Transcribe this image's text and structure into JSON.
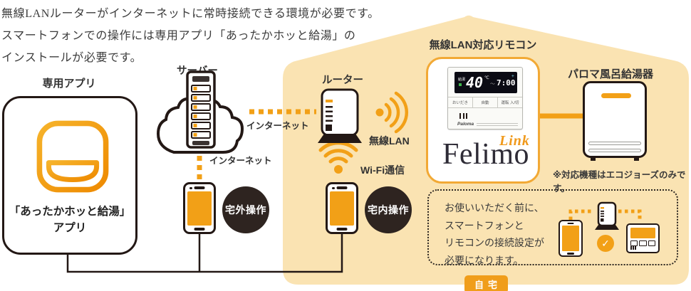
{
  "intro": {
    "line1": "無線LANルーターがインターネットに常時接続できる環境が必要です。",
    "line2": "スマートフォンでの操作には専用アプリ「あったかホッと給湯」の",
    "line3": "インストールが必要です。"
  },
  "app_box": {
    "label": "専用アプリ",
    "title_line1": "「あったかホッと給湯」",
    "title_line2": "アプリ"
  },
  "server": {
    "label": "サーバー"
  },
  "router": {
    "label": "ルーター"
  },
  "links": {
    "internet_top": "インターネット",
    "internet_down": "インターネット",
    "wireless_lan": "無線LAN",
    "wifi": "Wi-Fi通信"
  },
  "phones": {
    "outdoor": "宅外操作",
    "indoor": "宅内操作"
  },
  "remote": {
    "label": "無線LAN対応リモコン",
    "display": {
      "mode": "給湯",
      "temp": "40",
      "unit": "℃",
      "tilde": "〜",
      "time": "7:00",
      "plus": "+"
    },
    "buttons": [
      "おいだき",
      "自動",
      "運転 入/切"
    ],
    "brand": "Paloma",
    "logo": "Felimo",
    "logo_mark": "Link"
  },
  "heater": {
    "label": "パロマ風呂給湯器",
    "note": "※対応機種はエコジョーズのみです。"
  },
  "setup": {
    "line1": "お使いいただく前に、",
    "line2": "スマートフォンと",
    "line3": "リモコンの接続設定が",
    "line4": "必要になります。",
    "check": "✓"
  },
  "badge": {
    "home": "自宅"
  },
  "colors": {
    "accent": "#F2A017",
    "house": "#FAE3B2",
    "ink": "#231815",
    "circle_bg": "#2E2420"
  }
}
